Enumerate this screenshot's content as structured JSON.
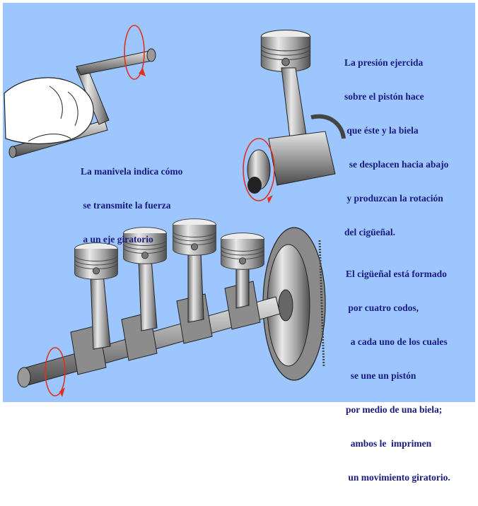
{
  "captions": {
    "crank": [
      "La manivela indica cómo",
      " se transmite la fuerza",
      " a un eje giratorio"
    ],
    "piston": [
      "La presión ejercida",
      "sobre el pistón hace",
      " que éste y la biela",
      "  se desplacen hacia abajo",
      " y produzcan la rotación",
      "del cigüeñal."
    ],
    "crankshaft": [
      "El cigüeñal está formado",
      " por cuatro codos,",
      "  a cada uno de los cuales",
      "  se une un pistón",
      "por medio de una biela;",
      "  ambos le  imprimen",
      " un movimiento giratorio."
    ]
  },
  "colors": {
    "background": "#9dc6ff",
    "caption_text": "#1a1a80",
    "rotation_arrow": "#e03020",
    "metal_light": "#d9d9d9",
    "metal_dark": "#555555"
  },
  "icons": [
    "crank-handle-illustration",
    "piston-rod-illustration",
    "crankshaft-illustration",
    "rotation-arrow-icon"
  ]
}
